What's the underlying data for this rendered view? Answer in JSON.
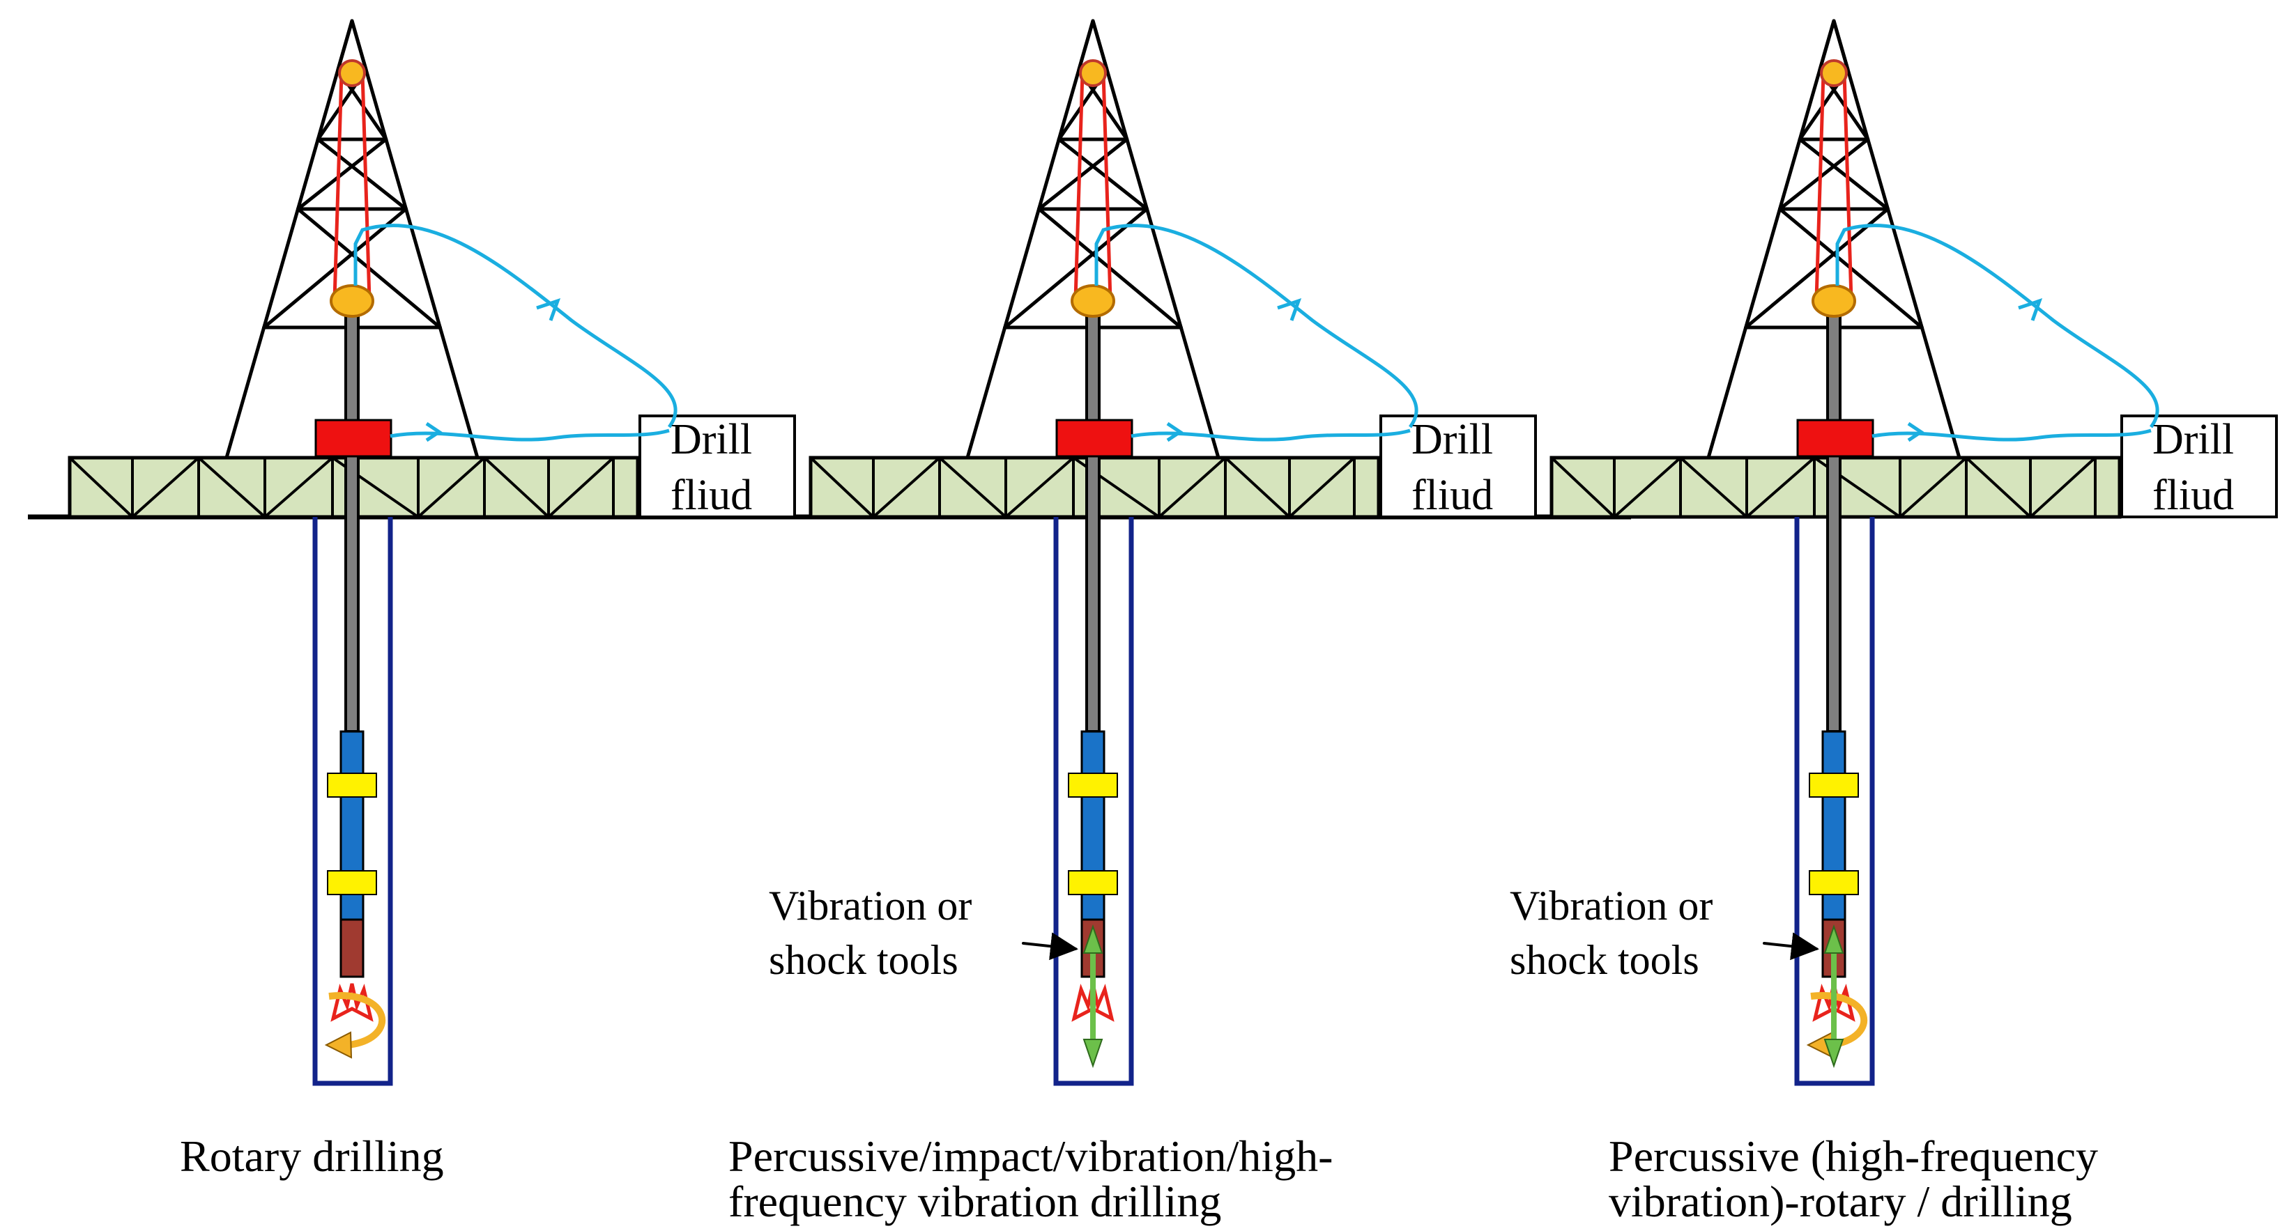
{
  "rigs": [
    {
      "id": "rotary",
      "caption": [
        "Rotary drilling"
      ],
      "fluid_label": [
        "Drill",
        "fliud"
      ],
      "tool_label": null,
      "bit_motion": [
        "rotation"
      ]
    },
    {
      "id": "percussive",
      "caption": [
        "Percussive/impact/vibration/high-",
        "frequency vibration drilling"
      ],
      "fluid_label": [
        "Drill",
        "fliud"
      ],
      "tool_label": [
        "Vibration or",
        "shock tools"
      ],
      "bit_motion": [
        "axial-vibration"
      ]
    },
    {
      "id": "percussive-rotary",
      "caption": [
        "Percussive (high-frequency",
        "vibration)-rotary / drilling"
      ],
      "fluid_label": [
        "Drill",
        "fliud"
      ],
      "tool_label": [
        "Vibration or",
        "shock tools"
      ],
      "bit_motion": [
        "rotation",
        "axial-vibration"
      ]
    }
  ],
  "colors": {
    "platform_fill": "#d6e4bd",
    "derrick": "#000000",
    "hoist_line": "#e8231c",
    "traveling_block": "#f8b820",
    "drill_pipe": "#7f7f7f",
    "rotary_table": "#ee1111",
    "mud_line": "#1aaee0",
    "borehole": "#12238a",
    "collar": "#1a73c8",
    "stabilizer": "#fff200",
    "shock_tool": "#a03a30",
    "rotation_arrow": "#f3b228",
    "vibration_arrow": "#6cc04a",
    "bit": "#e8231c"
  }
}
